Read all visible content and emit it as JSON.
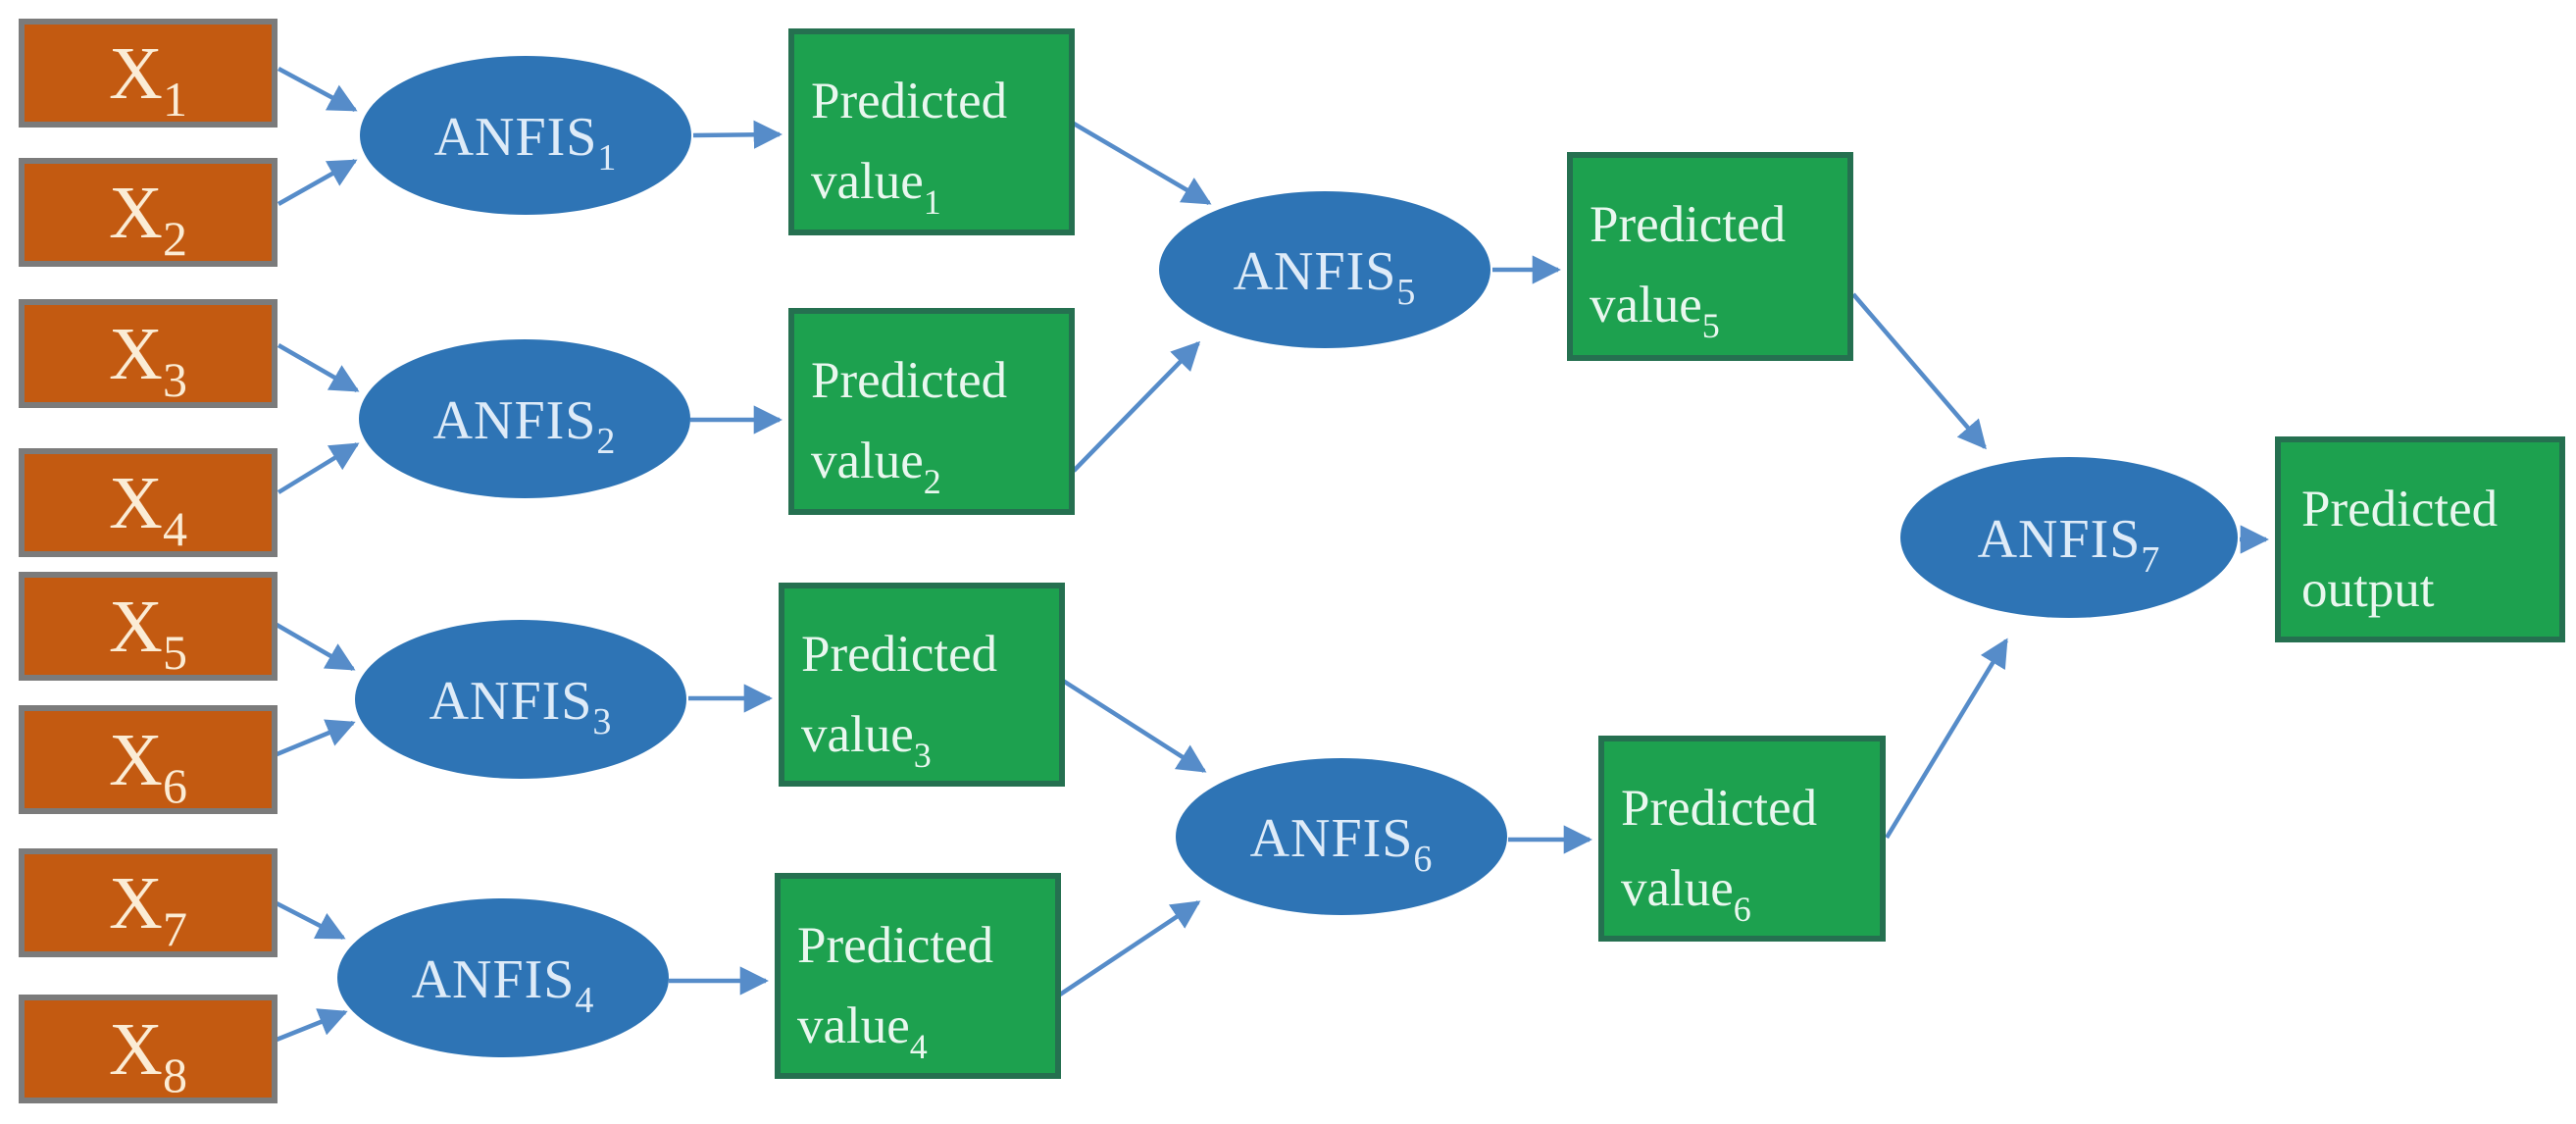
{
  "diagram_name": "Hierarchical ANFIS prediction architecture",
  "colors": {
    "background": "#ffffff",
    "input_fill": "#c35a11",
    "input_border": "#7b7b7b",
    "input_text": "#fbecd5",
    "anfis_fill": "#2e74b5",
    "anfis_text": "#deebf8",
    "value_fill": "#1da14f",
    "value_border": "#257050",
    "value_text": "#e9f7ef",
    "arrow": "#568cc9"
  },
  "inputs": [
    {
      "label": "X",
      "sub": "1"
    },
    {
      "label": "X",
      "sub": "2"
    },
    {
      "label": "X",
      "sub": "3"
    },
    {
      "label": "X",
      "sub": "4"
    },
    {
      "label": "X",
      "sub": "5"
    },
    {
      "label": "X",
      "sub": "6"
    },
    {
      "label": "X",
      "sub": "7"
    },
    {
      "label": "X",
      "sub": "8"
    }
  ],
  "anfis": [
    {
      "label": "ANFIS",
      "sub": "1"
    },
    {
      "label": "ANFIS",
      "sub": "2"
    },
    {
      "label": "ANFIS",
      "sub": "3"
    },
    {
      "label": "ANFIS",
      "sub": "4"
    },
    {
      "label": "ANFIS",
      "sub": "5"
    },
    {
      "label": "ANFIS",
      "sub": "6"
    },
    {
      "label": "ANFIS",
      "sub": "7"
    }
  ],
  "values": [
    {
      "line1": "Predicted",
      "line2": "value",
      "sub": "1"
    },
    {
      "line1": "Predicted",
      "line2": "value",
      "sub": "2"
    },
    {
      "line1": "Predicted",
      "line2": "value",
      "sub": "3"
    },
    {
      "line1": "Predicted",
      "line2": "value",
      "sub": "4"
    },
    {
      "line1": "Predicted",
      "line2": "value",
      "sub": "5"
    },
    {
      "line1": "Predicted",
      "line2": "value",
      "sub": "6"
    }
  ],
  "output": {
    "line1": "Predicted",
    "line2": "output"
  }
}
